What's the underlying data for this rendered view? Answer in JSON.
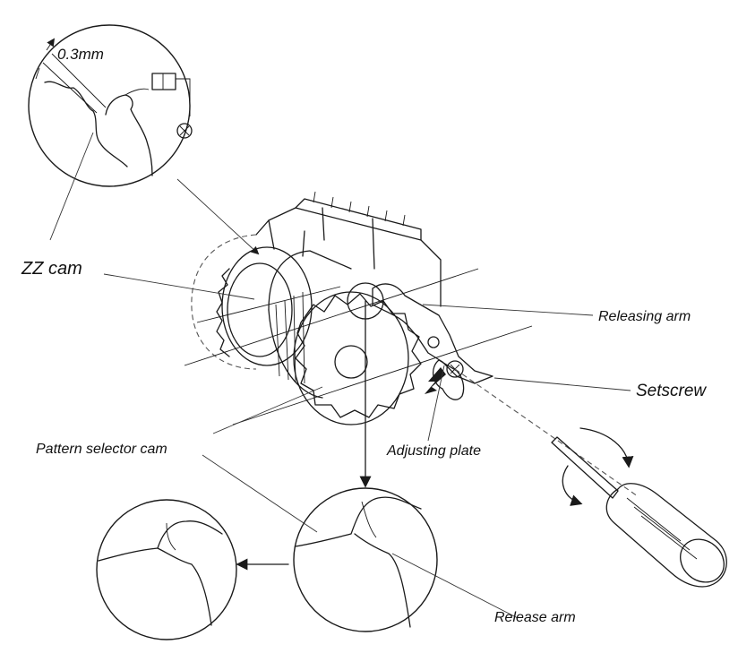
{
  "labels": {
    "gap": "0.3mm",
    "zz_cam": "ZZ cam",
    "releasing_arm": "Releasing arm",
    "setscrew": "Setscrew",
    "pattern_selector_cam": "Pattern selector cam",
    "adjusting_plate": "Adjusting plate",
    "release_arm": "Release arm"
  },
  "colors": {
    "line": "#1a1a1a",
    "background": "#ffffff"
  }
}
